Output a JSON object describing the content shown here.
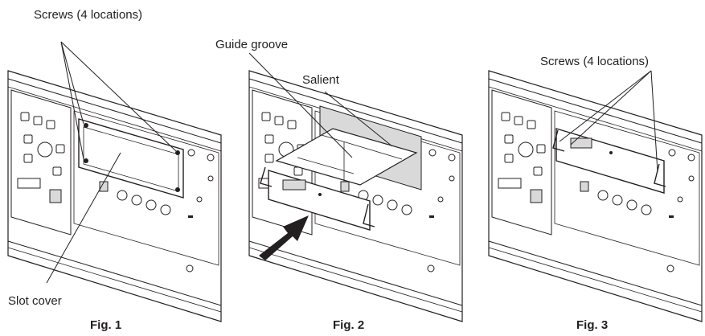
{
  "figures": [
    {
      "caption": "Fig. 1",
      "callouts": {
        "screws": "Screws (4 locations)",
        "slot_cover": "Slot cover"
      }
    },
    {
      "caption": "Fig. 2",
      "callouts": {
        "guide_groove": "Guide groove",
        "salient": "Salient"
      }
    },
    {
      "caption": "Fig. 3",
      "callouts": {
        "screws": "Screws (4 locations)"
      }
    }
  ],
  "colors": {
    "line": "#231f20",
    "panel_face": "#ffffff",
    "shading": "#d9d9d9",
    "arrow": "#231f20"
  }
}
